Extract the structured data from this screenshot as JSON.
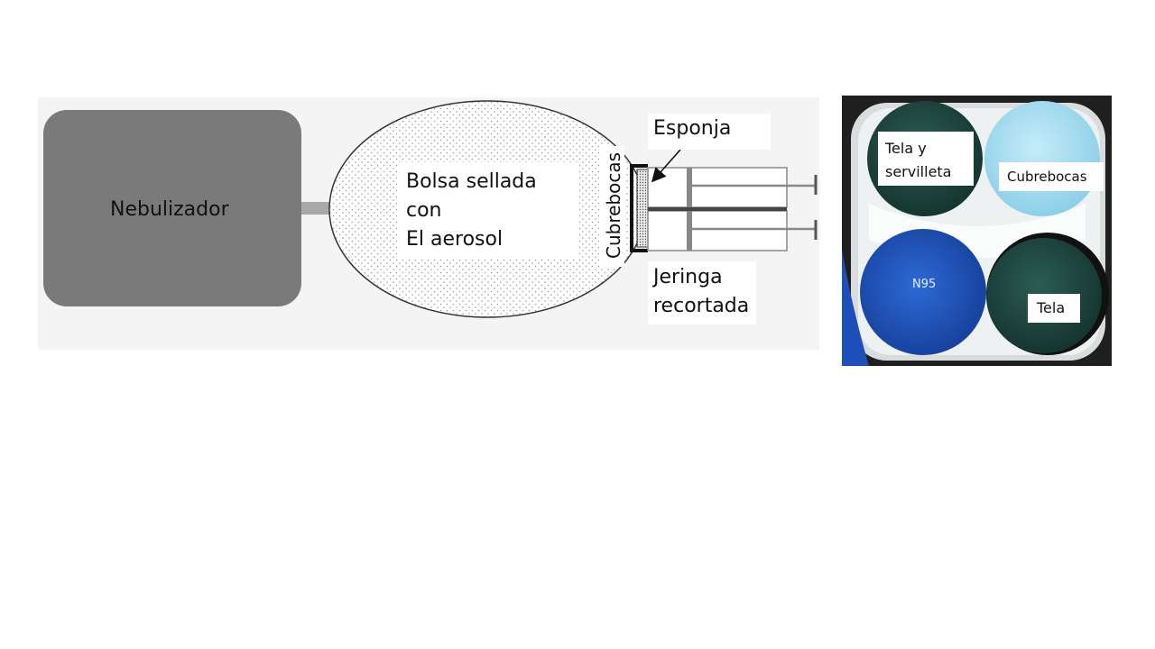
{
  "diagram": {
    "nebulizer_label": "Nebulizador",
    "bag_label": [
      "Bolsa sellada",
      "con",
      "El aerosol"
    ],
    "mask_label": "Cubrebocas",
    "sponge_label": "Esponja",
    "syringe_label": [
      "Jeringa",
      "recortada"
    ]
  },
  "photo": {
    "label_top_left": [
      "Tela y",
      "servilleta"
    ],
    "label_top_right": "Cubrebocas",
    "label_bottom_left": "N95",
    "label_bottom_right": "Tela"
  },
  "colors": {
    "nebulizer_fill": "#7a7a7a",
    "cloth_green": "#1f4a43",
    "mask_blue": "#aee0f2",
    "n95_blue": "#1f57c2"
  }
}
